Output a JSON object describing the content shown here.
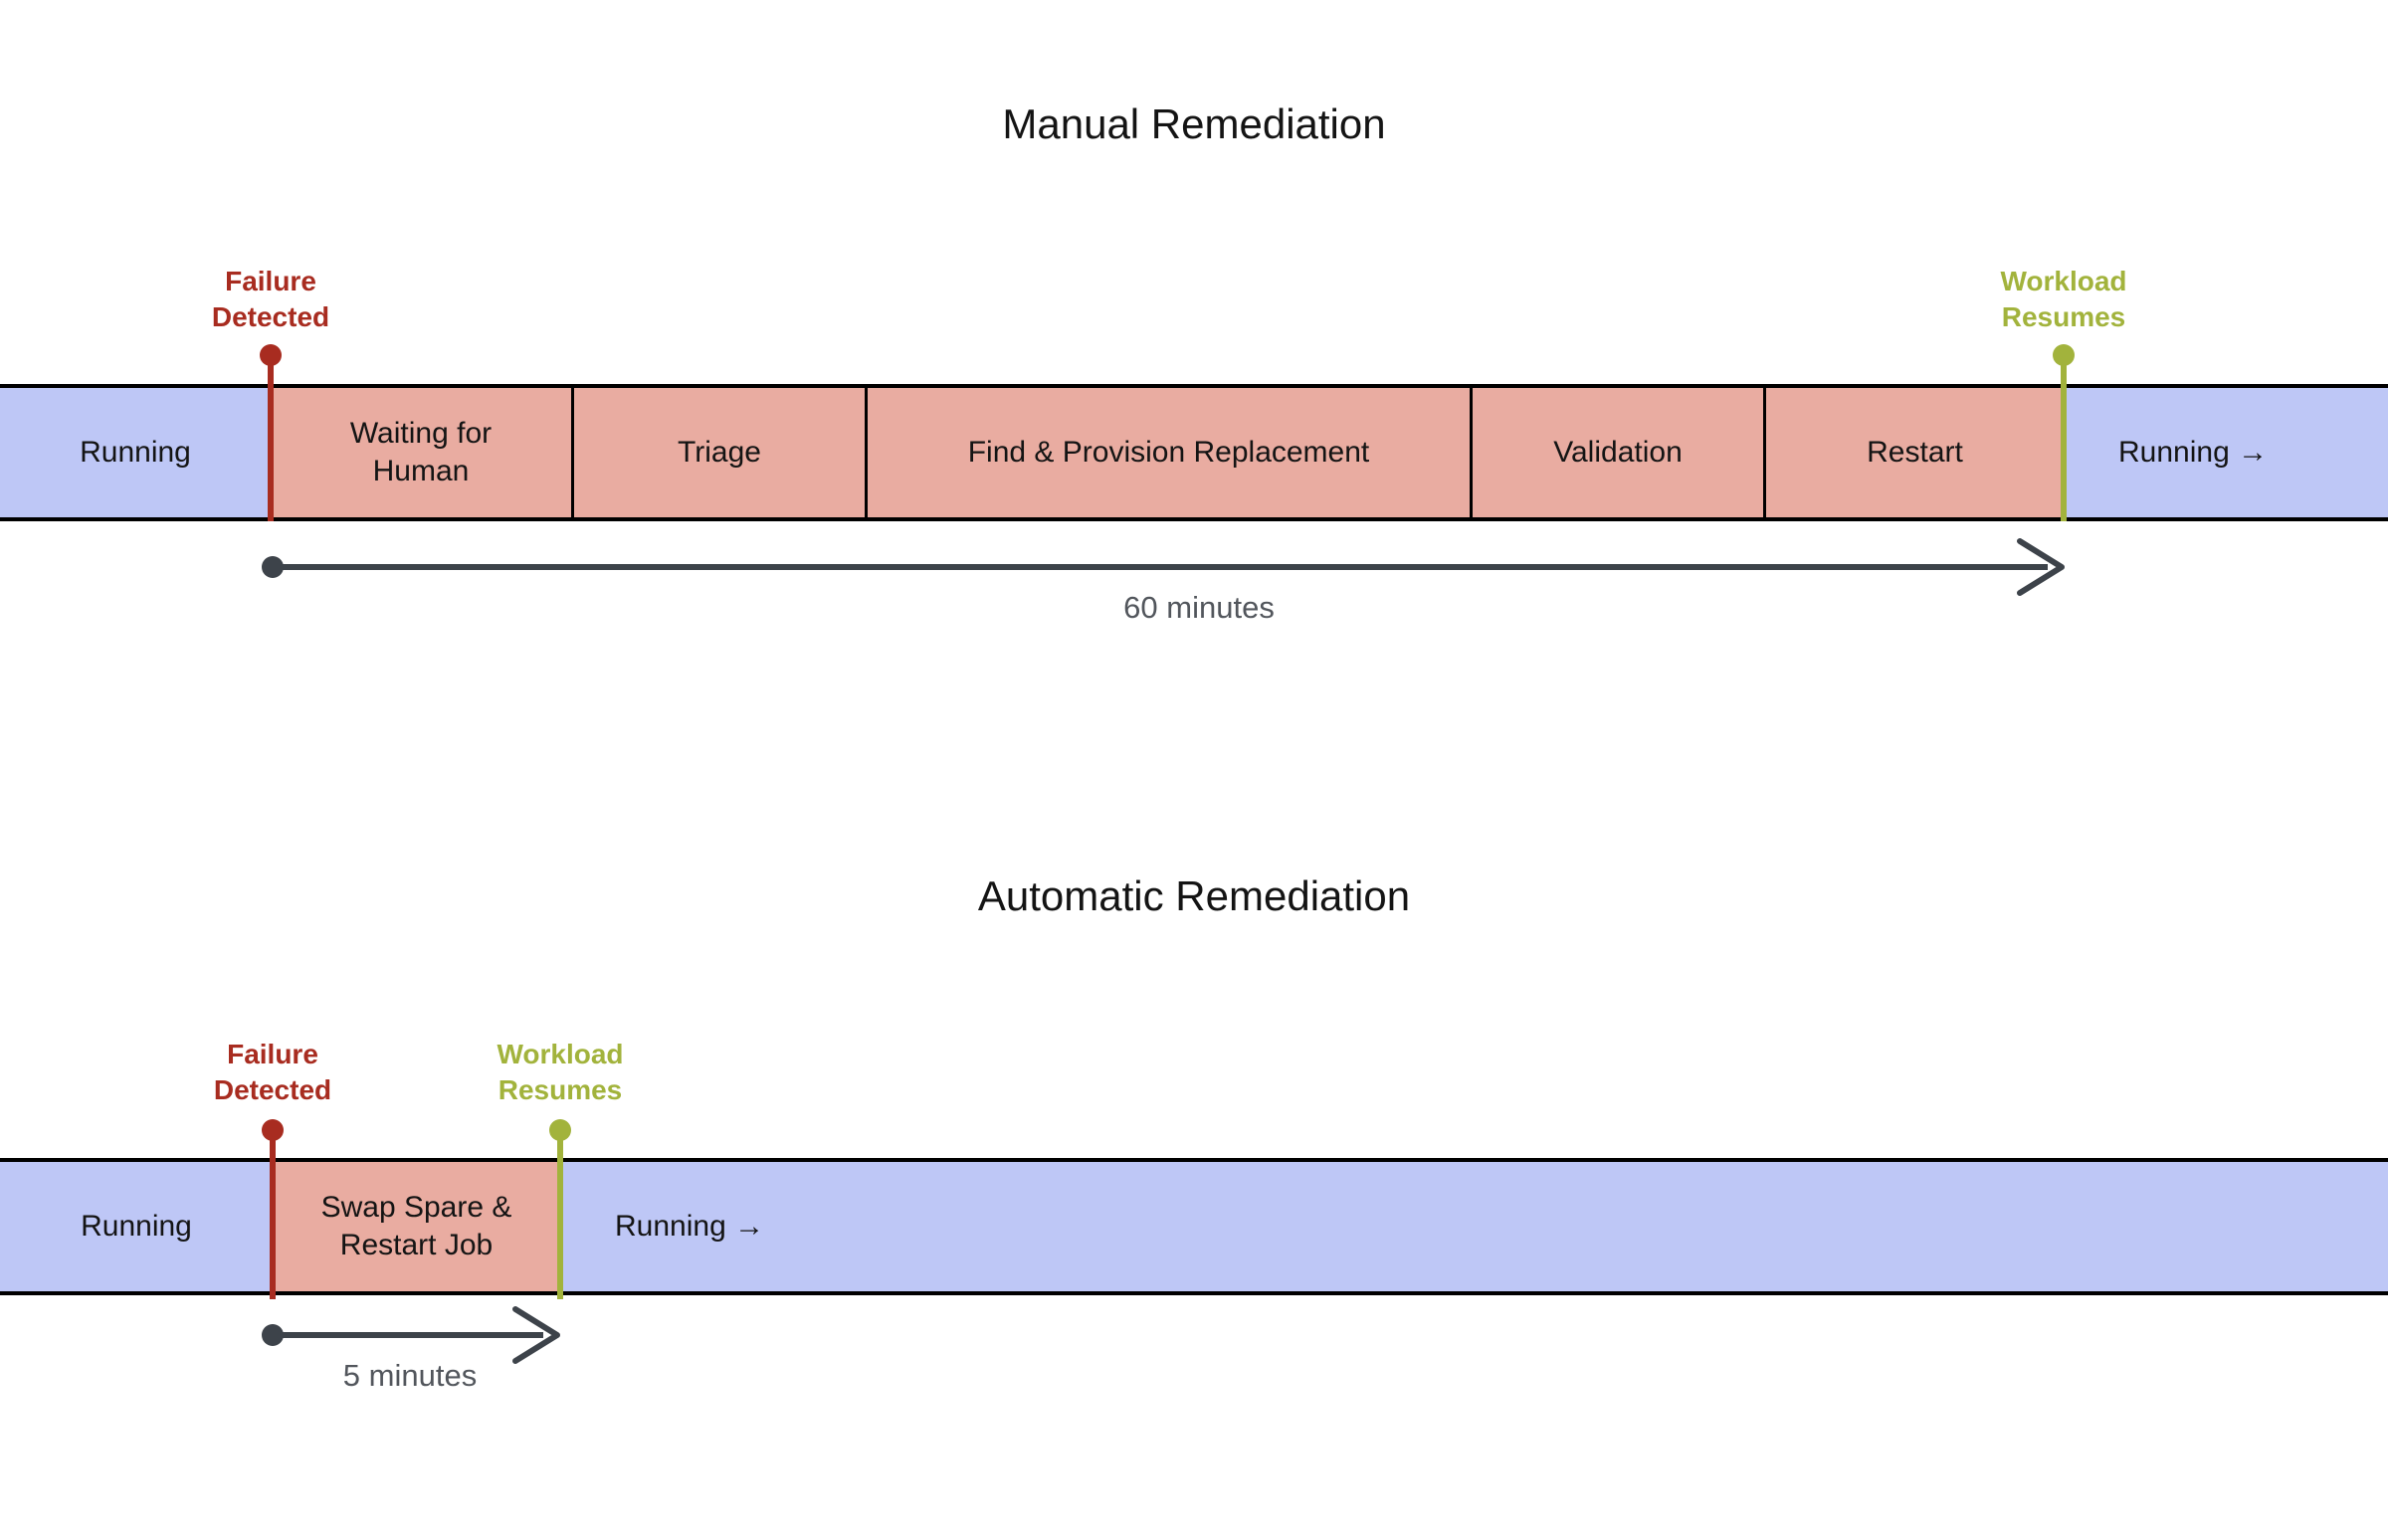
{
  "manual": {
    "title": "Manual Remediation",
    "markers": {
      "failure": {
        "line1": "Failure",
        "line2": "Detected"
      },
      "workload": {
        "line1": "Workload",
        "line2": "Resumes"
      }
    },
    "segments": [
      {
        "label": "Running"
      },
      {
        "label": "Waiting for Human"
      },
      {
        "label": "Triage"
      },
      {
        "label": "Find & Provision Replacement"
      },
      {
        "label": "Validation"
      },
      {
        "label": "Restart"
      },
      {
        "label": "Running →"
      }
    ],
    "duration": "60 minutes"
  },
  "automatic": {
    "title": "Automatic Remediation",
    "markers": {
      "failure": {
        "line1": "Failure",
        "line2": "Detected"
      },
      "workload": {
        "line1": "Workload",
        "line2": "Resumes"
      }
    },
    "segments": [
      {
        "label": "Running"
      },
      {
        "label": "Swap Spare & Restart Job"
      },
      {
        "label": "Running →"
      }
    ],
    "duration": "5 minutes"
  },
  "colors": {
    "running": "#bec7f6",
    "outage": "#e9aca1",
    "failure": "#a82c20",
    "resume": "#a2b33c",
    "arrow": "#3d434a",
    "duration_text": "#52565c",
    "bar_border": "#000000"
  }
}
